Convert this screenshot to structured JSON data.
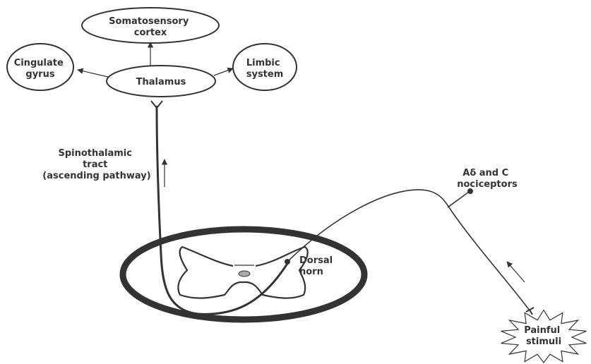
{
  "nodes": {
    "somatosensory": [
      "Somatosensory",
      "cortex"
    ],
    "cingulate": [
      "Cingulate",
      "gyrus"
    ],
    "thalamus": [
      "Thalamus"
    ],
    "limbic": [
      "Limbic",
      "system"
    ]
  },
  "labels": {
    "tract": [
      "Spinothalamic",
      "tract",
      "(ascending pathway)"
    ],
    "nociceptors": [
      "Aδ and C",
      "nociceptors"
    ],
    "dorsal_horn": [
      "Dorsal",
      "horn"
    ],
    "stimuli": [
      "Painful",
      "stimuli"
    ]
  },
  "colors": {
    "stroke": "#333333",
    "central_canal": "#aaaaaa"
  }
}
